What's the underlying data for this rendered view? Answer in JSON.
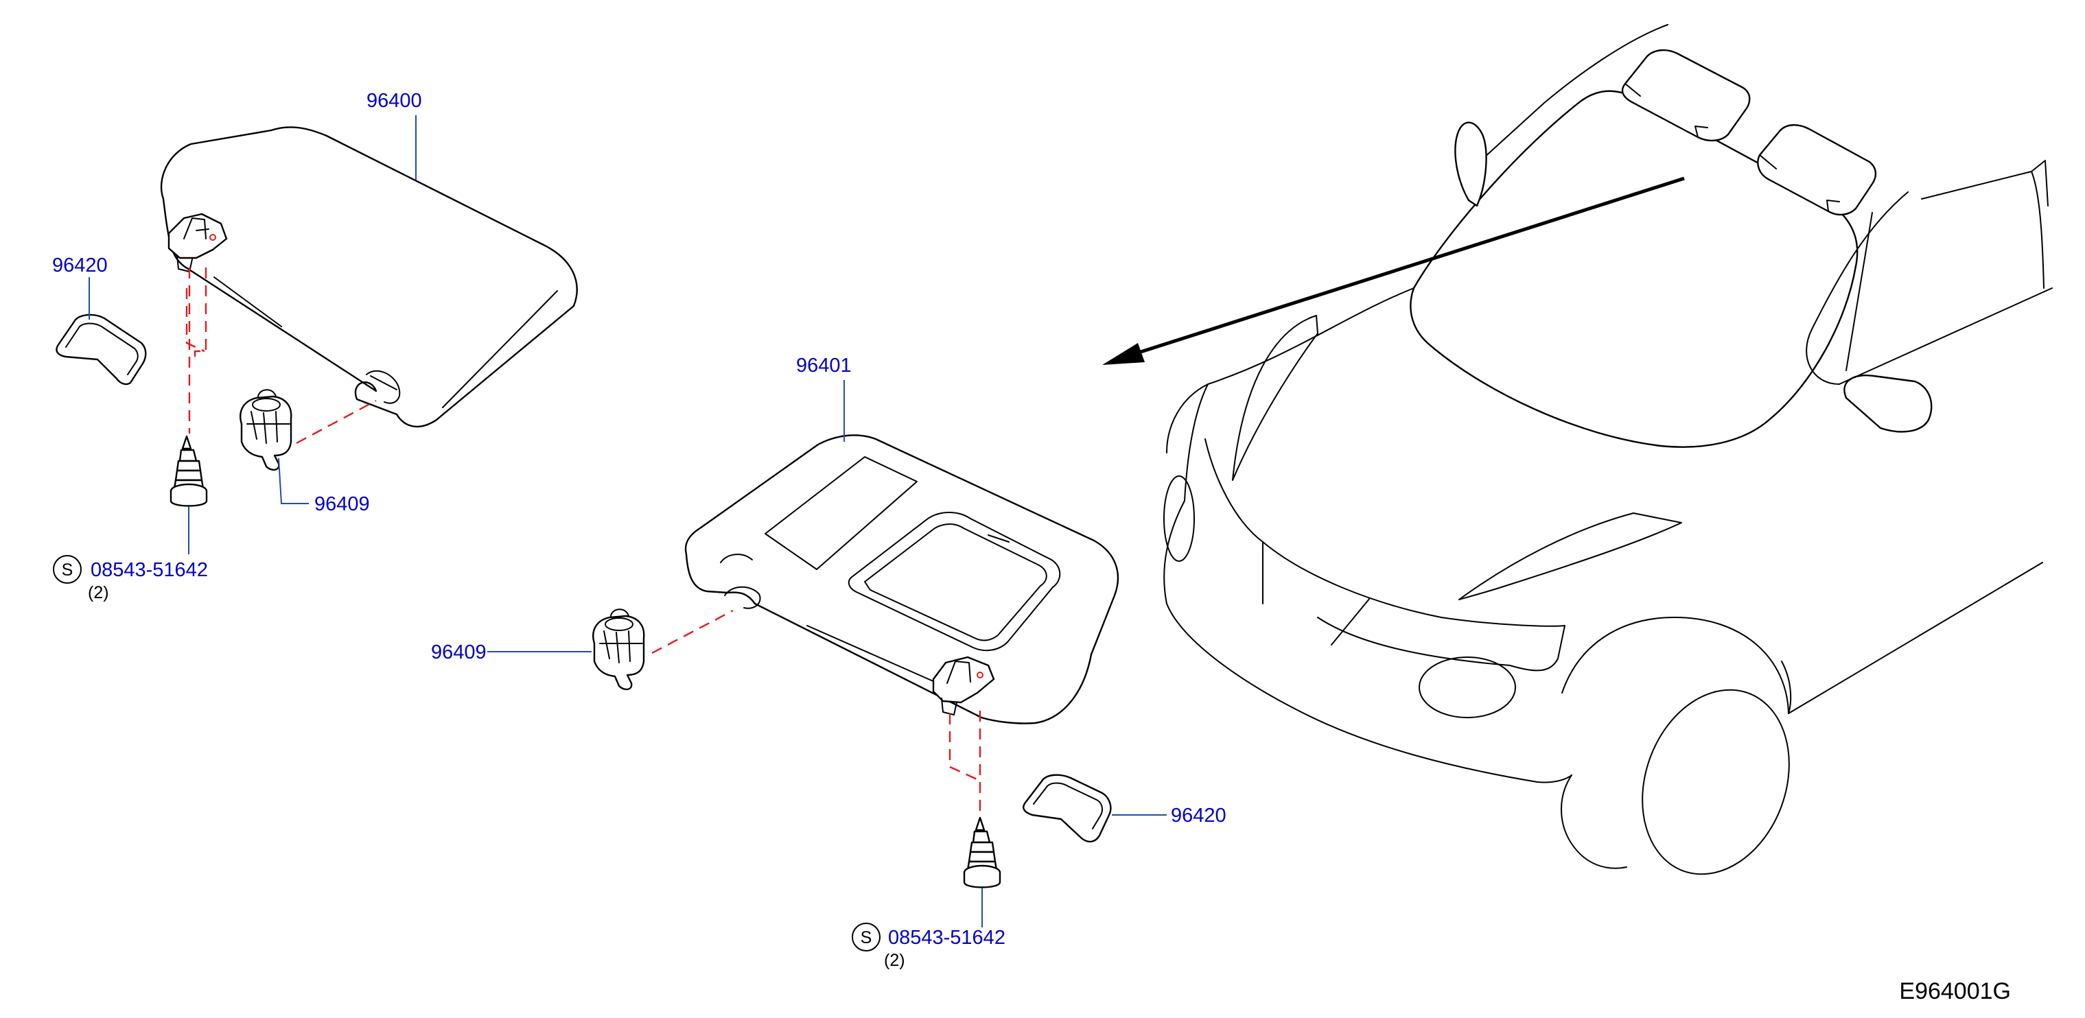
{
  "colors": {
    "label": "#0000cc",
    "leader": "#1f4ea8",
    "dashed": "#e31b1b",
    "outline": "#000000"
  },
  "labels": {
    "visor_left": "96400",
    "visor_right": "96401",
    "holder_left": "96409",
    "holder_right": "96409",
    "cover_left": "96420",
    "cover_right": "96420",
    "screw_left": "08543-51642",
    "screw_right": "08543-51642",
    "screw_left_qty": "(2)",
    "screw_right_qty": "(2)",
    "standard_symbol_left": "S",
    "standard_symbol_right": "S"
  },
  "diagram_code": "E964001G"
}
